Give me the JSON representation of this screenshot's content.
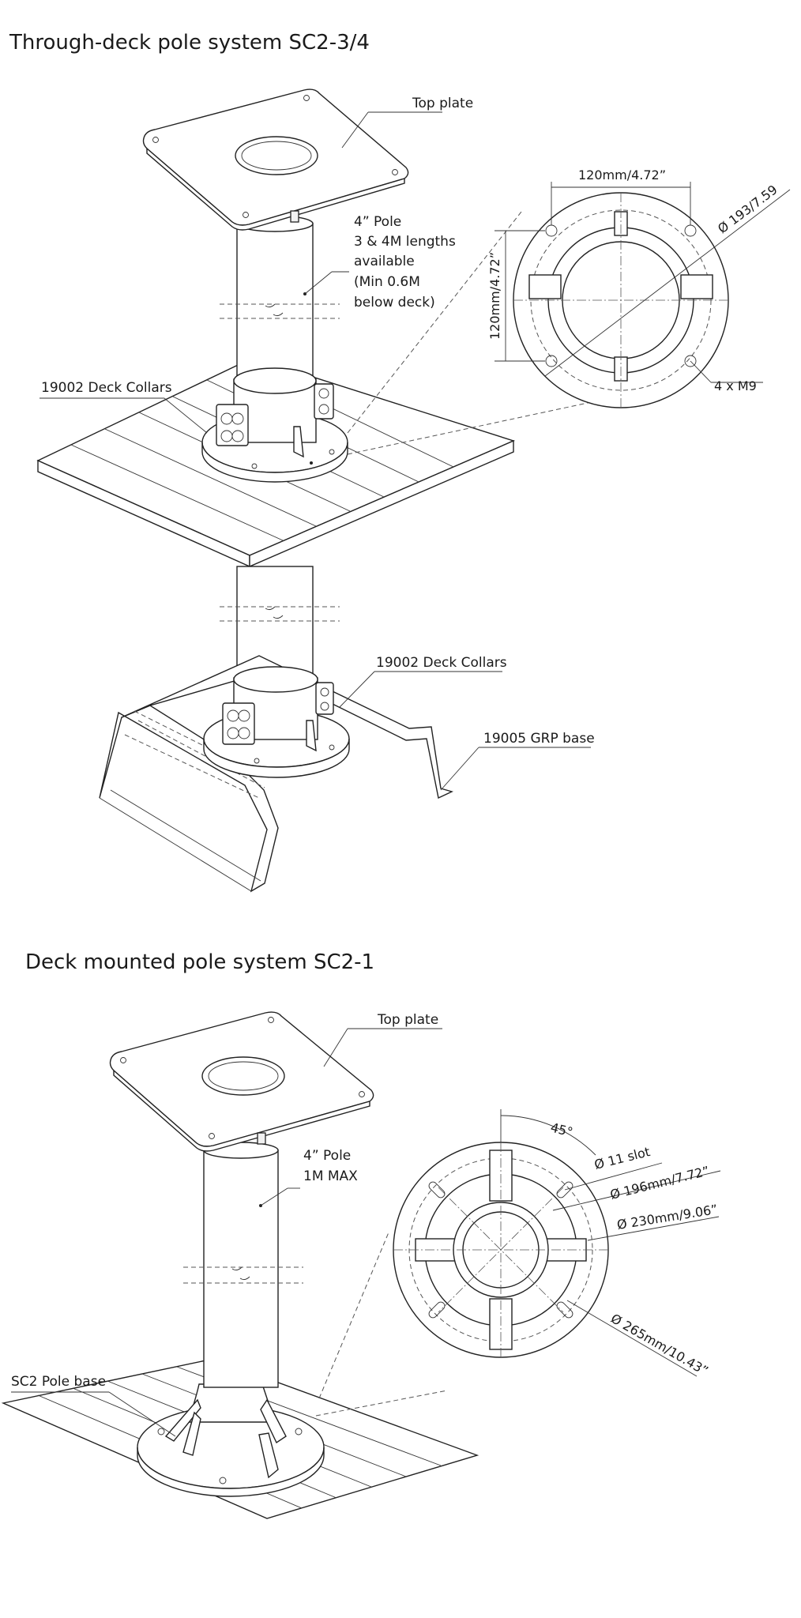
{
  "section1": {
    "title": "Through-deck pole system  SC2-3/4",
    "labels": {
      "top_plate": "Top plate",
      "pole_line1": "4” Pole",
      "pole_line2": "3 & 4M lengths",
      "pole_line3": "available",
      "pole_line4": "(Min 0.6M",
      "pole_line5": "below deck)",
      "deck_collars_upper": "19002 Deck Collars",
      "deck_collars_lower": "19002 Deck Collars",
      "grp_base": "19005 GRP base"
    },
    "dimensions": {
      "width": "120mm/4.72”",
      "height": "120mm/4.72”",
      "diameter": "Ø 193/7.59",
      "bolts": "4 x M9"
    }
  },
  "section2": {
    "title": "Deck mounted pole system SC2-1",
    "labels": {
      "top_plate": "Top plate",
      "pole_line1": "4” Pole",
      "pole_line2": "1M MAX",
      "pole_base": "SC2 Pole base"
    },
    "dimensions": {
      "angle": "45°",
      "slot": "Ø 11 slot",
      "d196": "Ø 196mm/7.72”",
      "d230": "Ø 230mm/9.06”",
      "d265": "Ø 265mm/10.43”"
    }
  }
}
